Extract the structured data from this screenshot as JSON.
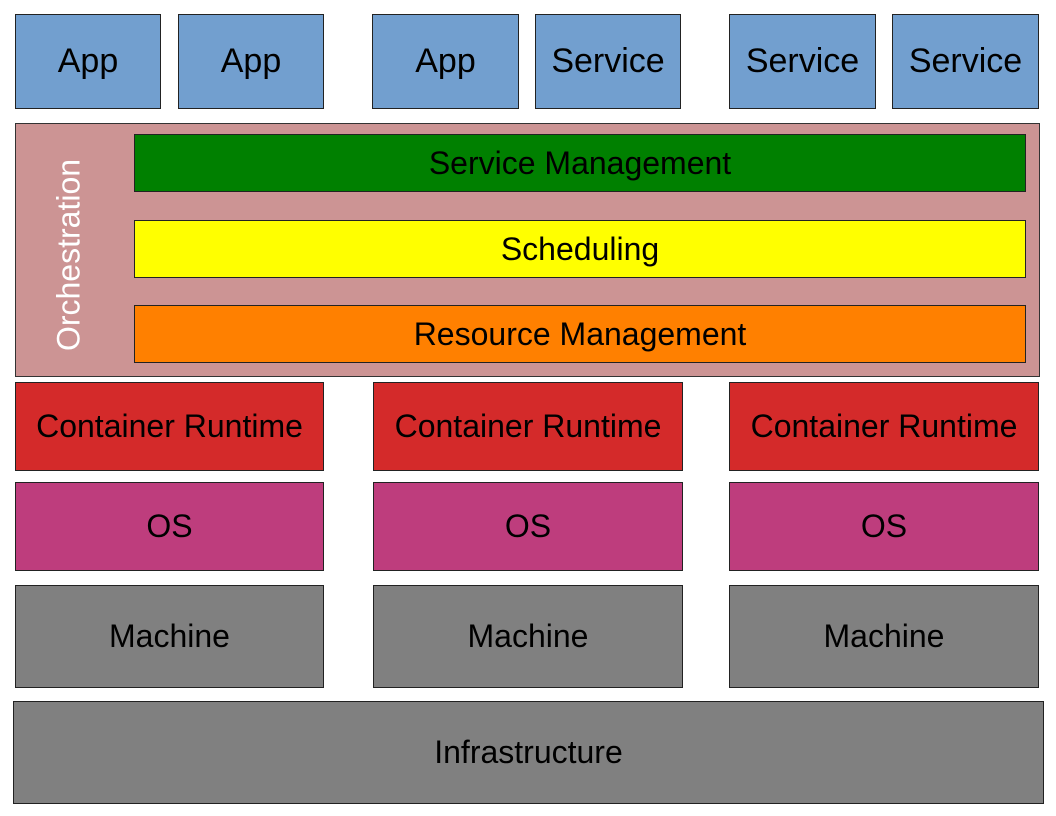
{
  "colors": {
    "app": "#729FCF",
    "orchestration": "#CC9494",
    "orchestration_label": "#FFFFFF",
    "service_management": "#008000",
    "scheduling": "#FFFF00",
    "resource_management": "#FF8000",
    "container_runtime": "#D42A2A",
    "os": "#BE3D7D",
    "machine": "#808080",
    "infrastructure": "#808080"
  },
  "workloads": [
    "App",
    "App",
    "App",
    "Service",
    "Service",
    "Service"
  ],
  "orchestration": {
    "label": "Orchestration",
    "layers": [
      "Service Management",
      "Scheduling",
      "Resource Management"
    ]
  },
  "nodes": [
    {
      "runtime": "Container Runtime",
      "os": "OS",
      "machine": "Machine"
    },
    {
      "runtime": "Container Runtime",
      "os": "OS",
      "machine": "Machine"
    },
    {
      "runtime": "Container Runtime",
      "os": "OS",
      "machine": "Machine"
    }
  ],
  "infrastructure": {
    "label": "Infrastructure"
  }
}
